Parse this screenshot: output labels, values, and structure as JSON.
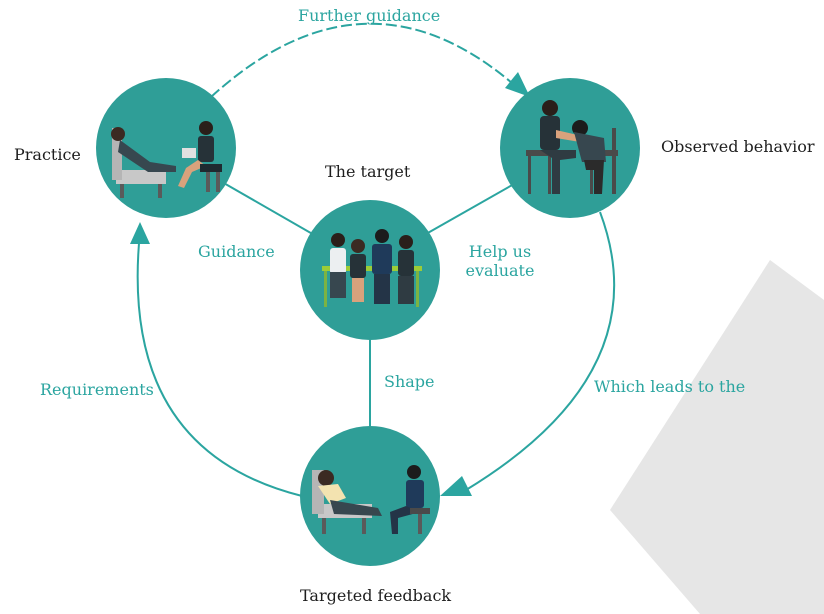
{
  "colors": {
    "accent": "#2ba5a0",
    "circle": "#2f9e97",
    "text": "#1e1e1e",
    "watermark": "#e6e6e6"
  },
  "nodes": {
    "practice": {
      "label": "Practice",
      "illustration": "therapy-session-icon"
    },
    "observed": {
      "label": "Observed behavior",
      "illustration": "consoling-icon"
    },
    "target": {
      "label": "The target",
      "illustration": "group-meeting-icon"
    },
    "feedback": {
      "label": "Targeted feedback",
      "illustration": "therapy-session-icon"
    }
  },
  "edges": {
    "further_guidance": "Further guidance",
    "guidance": "Guidance",
    "help_us_evaluate": [
      "Help us",
      "evaluate"
    ],
    "shape": "Shape",
    "requirements": "Requirements",
    "which_leads": "Which leads to the"
  }
}
